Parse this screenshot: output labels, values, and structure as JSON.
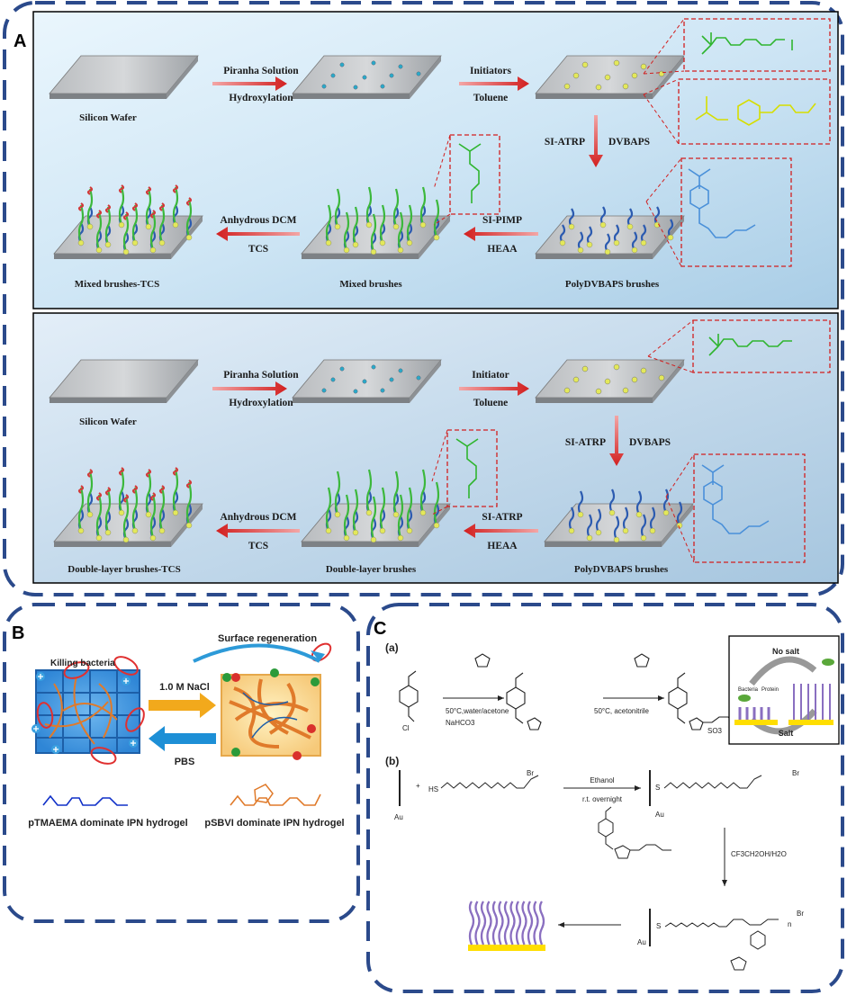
{
  "panel_a": {
    "label": "A",
    "top": {
      "step1_top": "Piranha Solution",
      "step1_bottom": "Hydroxylation",
      "step2_top": "Initiators",
      "step2_bottom": "Toluene",
      "step3_left": "SI-ATRP",
      "step3_right": "DVBAPS",
      "step4_top": "SI-PIMP",
      "step4_bottom": "HEAA",
      "step5_top": "Anhydrous DCM",
      "step5_bottom": "TCS",
      "label_wafer": "Silicon Wafer",
      "label_poly": "PolyDVBAPS brushes",
      "label_mid": "Mixed brushes",
      "label_final": "Mixed brushes-TCS"
    },
    "bottom": {
      "step1_top": "Piranha Solution",
      "step1_bottom": "Hydroxylation",
      "step2_top": "Initiator",
      "step2_bottom": "Toluene",
      "step3_left": "SI-ATRP",
      "step3_right": "DVBAPS",
      "step4_top": "SI-ATRP",
      "step4_bottom": "HEAA",
      "step5_top": "Anhydrous DCM",
      "step5_bottom": "TCS",
      "label_wafer": "Silicon Wafer",
      "label_poly": "PolyDVBAPS brushes",
      "label_mid": "Double-layer brushes",
      "label_final": "Double-layer brushes-TCS"
    }
  },
  "panel_b": {
    "label": "B",
    "killing": "Killing bacteria",
    "regeneration": "Surface regeneration",
    "nacl": "1.0 M NaCl",
    "pbs": "PBS",
    "left_caption": "pTMAEMA dominate IPN hydrogel",
    "right_caption": "pSBVI dominate IPN hydrogel"
  },
  "panel_c": {
    "label": "C",
    "sub_a": "(a)",
    "sub_b": "(b)",
    "cond1_top": "50°C,water/acetone",
    "cond1_bottom": "NaHCO3",
    "cond2": "50°C, acetonitrile",
    "no_salt": "No salt",
    "salt": "Salt",
    "bacteria": "Bacteria",
    "protein": "Protein",
    "ethanol": "Ethanol",
    "overnight": "r.t. overnight",
    "solvent": "CF3CH2OH/H2O",
    "au": "Au",
    "hs": "HS",
    "br": "Br",
    "s": "S",
    "n_sub": "n"
  },
  "colors": {
    "frame": "#2b4a8b",
    "arrow_red": "#d21f1f",
    "brush_green": "#3cb83c",
    "brush_blue": "#2c5bb0",
    "brush_red": "#d23a3a",
    "yellow_dot": "#e3e85a",
    "chem_green": "#2fb52f",
    "chem_yellow": "#d6de00",
    "chem_blue": "#4a90d9"
  }
}
